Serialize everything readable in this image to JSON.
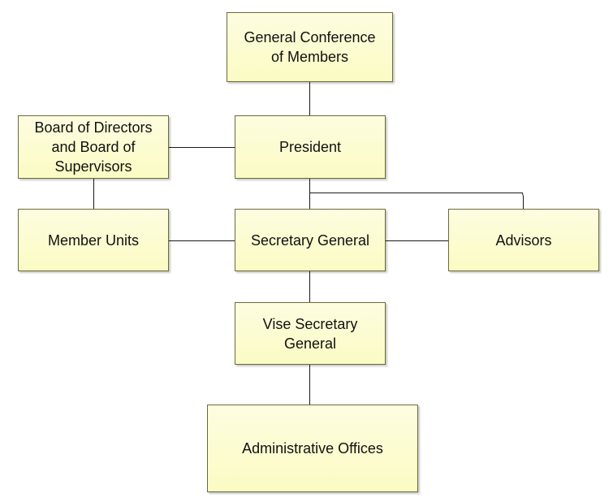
{
  "diagram": {
    "nodes": {
      "general_conference": "General Conference\nof Members",
      "board": "Board of Directors\nand Board of\nSupervisors",
      "president": "President",
      "member_units": "Member Units",
      "secretary_general": "Secretary General",
      "advisors": "Advisors",
      "vise_secretary": "Vise Secretary\nGeneral",
      "admin_offices": "Administrative Offices"
    },
    "edges": [
      [
        "general_conference",
        "president"
      ],
      [
        "board",
        "president"
      ],
      [
        "board",
        "member_units"
      ],
      [
        "president",
        "secretary_general"
      ],
      [
        "president",
        "advisors"
      ],
      [
        "member_units",
        "secretary_general"
      ],
      [
        "secretary_general",
        "advisors"
      ],
      [
        "secretary_general",
        "vise_secretary"
      ],
      [
        "vise_secretary",
        "admin_offices"
      ]
    ],
    "colors": {
      "box_fill": "#fbfbc4",
      "box_border": "#6b6b3a",
      "line": "#1a1a1a"
    }
  }
}
